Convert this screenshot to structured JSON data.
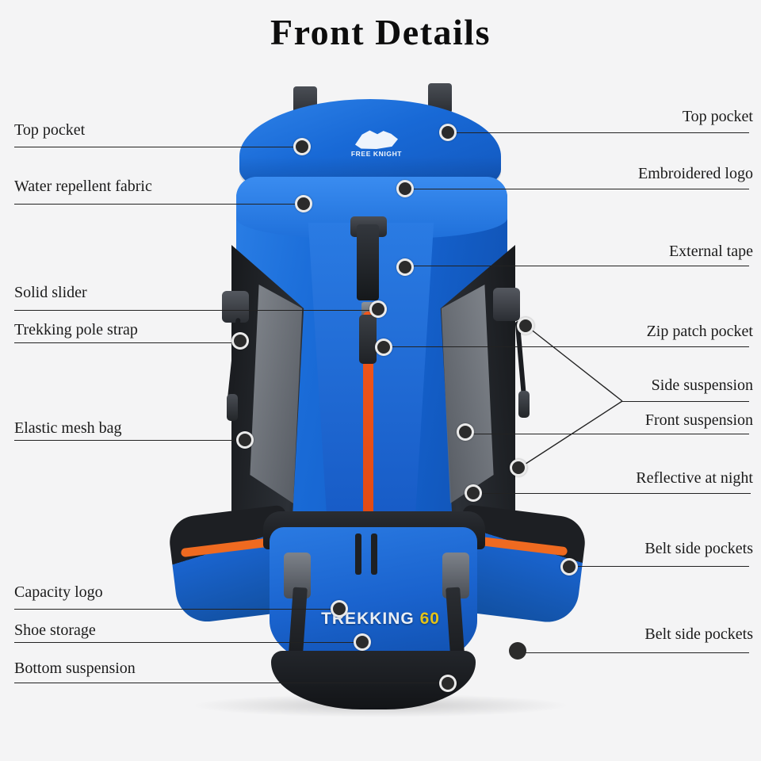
{
  "page": {
    "title": "Front Details",
    "background_color": "#f4f4f5"
  },
  "product": {
    "brand_logo_text": "FREE KNIGHT",
    "front_pocket_brand": "TREKKING",
    "capacity": "60",
    "colors": {
      "body_blue": "#1a6cd8",
      "panel_black": "#1d2024",
      "accent_orange": "#ef6a20",
      "mesh_grey": "#8f949c",
      "capacity_yellow": "#e3c318"
    }
  },
  "callouts": {
    "left": [
      {
        "id": "top-pocket",
        "label": "Top pocket"
      },
      {
        "id": "water-repellent",
        "label": "Water repellent fabric"
      },
      {
        "id": "solid-slider",
        "label": "Solid slider"
      },
      {
        "id": "trekking-pole",
        "label": "Trekking pole strap"
      },
      {
        "id": "elastic-mesh",
        "label": "Elastic mesh bag"
      },
      {
        "id": "capacity-logo",
        "label": "Capacity logo"
      },
      {
        "id": "shoe-storage",
        "label": "Shoe storage"
      },
      {
        "id": "bottom-suspension",
        "label": "Bottom suspension"
      }
    ],
    "right": [
      {
        "id": "top-pocket-r",
        "label": "Top pocket"
      },
      {
        "id": "embroidered-logo",
        "label": "Embroidered logo"
      },
      {
        "id": "external-tape",
        "label": "External tape"
      },
      {
        "id": "zip-patch-pocket",
        "label": "Zip patch pocket"
      },
      {
        "id": "side-suspension",
        "label": "Side suspension"
      },
      {
        "id": "front-suspension",
        "label": "Front suspension"
      },
      {
        "id": "reflective",
        "label": "Reflective at night"
      },
      {
        "id": "belt-side-1",
        "label": "Belt side pockets"
      },
      {
        "id": "belt-side-2",
        "label": "Belt side pockets"
      }
    ]
  }
}
